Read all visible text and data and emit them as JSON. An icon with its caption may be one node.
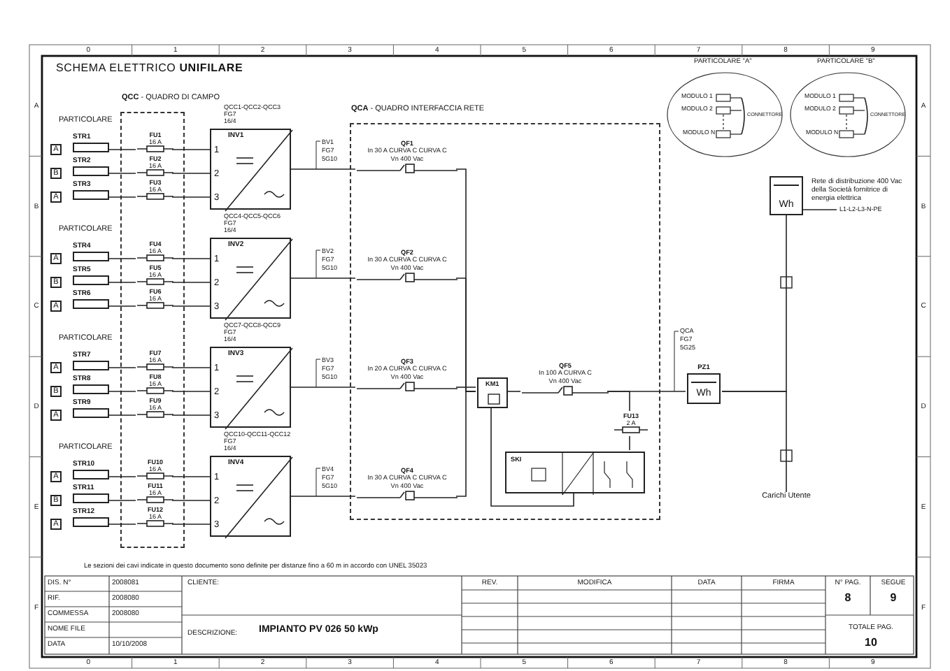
{
  "diagram": {
    "title": "SCHEMA ELETTRICO **UNIFILARE**",
    "nodes": [
      {
        "text": [
          "**QCC** - QUADRO DI CAMPO"
        ]
      },
      {
        "text": [
          "**QCA** - QUADRO INTERFACCIA RETE"
        ]
      },
      {
        "text": [
          "STR1"
        ]
      },
      {
        "text": [
          "STR2"
        ]
      },
      {
        "text": [
          "STR3"
        ]
      },
      {
        "text": [
          "STR4"
        ]
      },
      {
        "text": [
          "STR5"
        ]
      },
      {
        "text": [
          "STR6"
        ]
      },
      {
        "text": [
          "STR7"
        ]
      },
      {
        "text": [
          "STR8"
        ]
      },
      {
        "text": [
          "STR9"
        ]
      },
      {
        "text": [
          "STR10"
        ]
      },
      {
        "text": [
          "STR11"
        ]
      },
      {
        "text": [
          "STR12"
        ]
      },
      {
        "text": [
          "FU1",
          "16 A"
        ],
        "in": 0
      },
      {
        "text": [
          "FU2",
          "16 A"
        ],
        "in": 0
      },
      {
        "text": [
          "FU3",
          "16 A"
        ],
        "in": 0
      },
      {
        "text": [
          "FU4",
          "16 A"
        ],
        "in": 0
      },
      {
        "text": [
          "FU5",
          "16 A"
        ],
        "in": 0
      },
      {
        "text": [
          "FU6",
          "16 A"
        ],
        "in": 0
      },
      {
        "text": [
          "FU7",
          "16 A"
        ],
        "in": 0
      },
      {
        "text": [
          "FU8",
          "16 A"
        ],
        "in": 0
      },
      {
        "text": [
          "FU9",
          "16 A"
        ],
        "in": 0
      },
      {
        "text": [
          "FU10",
          "16 A"
        ],
        "in": 0
      },
      {
        "text": [
          "FU11",
          "16 A"
        ],
        "in": 0
      },
      {
        "text": [
          "FU12",
          "16 A"
        ],
        "in": 0
      },
      {
        "text": [
          "INV1",
          "1",
          "2",
          "3"
        ],
        "beside": [
          "QCC1-QCC2-QCC3",
          "FG7",
          "16/4"
        ]
      },
      {
        "text": [
          "INV2",
          "1",
          "2",
          "3"
        ],
        "beside": [
          "QCC4-QCC5-QCC6",
          "FG7",
          "16/4"
        ]
      },
      {
        "text": [
          "INV3",
          "1",
          "2",
          "3"
        ],
        "beside": [
          "QCC7-QCC8-QCC9",
          "FG7",
          "16/4"
        ]
      },
      {
        "text": [
          "INV4",
          "1",
          "2",
          "3"
        ],
        "beside": [
          "QCC10-QCC11-QCC12",
          "FG7",
          "16/4"
        ]
      },
      {
        "text": [
          "QF1",
          "In 30 A CURVA C CURVA C",
          "Vn 400 Vac"
        ],
        "in": 1
      },
      {
        "text": [
          "QF2",
          "In 30 A CURVA C CURVA C",
          "Vn 400 Vac"
        ],
        "in": 1
      },
      {
        "text": [
          "QF3",
          "In 20 A CURVA C CURVA C",
          "Vn 400 Vac"
        ],
        "in": 1
      },
      {
        "text": [
          "QF4",
          "In 30 A CURVA C CURVA C",
          "Vn 400 Vac"
        ],
        "in": 1
      },
      {
        "text": [
          "KM1"
        ],
        "in": 1
      },
      {
        "text": [
          "QF5",
          "In 100 A CURVA C",
          "Vn 400 Vac"
        ],
        "in": 1
      },
      {
        "text": [
          "FU13",
          "2 A"
        ],
        "in": 1
      },
      {
        "text": [
          "SKI"
        ],
        "in": 1
      },
      {
        "text": [
          "PZ1",
          "Wh"
        ]
      },
      {
        "text": [
          "Wh"
        ],
        "beside": [
          "Rete di distribuzione 400 Vac della Società fornitrice di energia elettrica"
        ]
      },
      {
        "text": [
          "Carichi Utente"
        ]
      },
      {
        "text": [
          "PARTICOLARE \"A\"",
          "MODULO 1",
          "MODULO 2",
          "MODULO N",
          "CONNETTORE"
        ]
      },
      {
        "text": [
          "PARTICOLARE \"B\"",
          "MODULO 1",
          "MODULO 2",
          "MODULO N",
          "CONNETTORE"
        ]
      }
    ],
    "edges": [
      {
        "from": 2,
        "to": 14,
        "arrow": "none"
      },
      {
        "from": 3,
        "to": 15,
        "arrow": "none"
      },
      {
        "from": 4,
        "to": 16,
        "arrow": "none"
      },
      {
        "from": 5,
        "to": 17,
        "arrow": "none"
      },
      {
        "from": 6,
        "to": 18,
        "arrow": "none"
      },
      {
        "from": 7,
        "to": 19,
        "arrow": "none"
      },
      {
        "from": 8,
        "to": 20,
        "arrow": "none"
      },
      {
        "from": 9,
        "to": 21,
        "arrow": "none"
      },
      {
        "from": 10,
        "to": 22,
        "arrow": "none"
      },
      {
        "from": 11,
        "to": 23,
        "arrow": "none"
      },
      {
        "from": 12,
        "to": 24,
        "arrow": "none"
      },
      {
        "from": 13,
        "to": 25,
        "arrow": "none"
      },
      {
        "from": 14,
        "to": 26,
        "arrow": "none"
      },
      {
        "from": 15,
        "to": 26,
        "arrow": "none"
      },
      {
        "from": 16,
        "to": 26,
        "arrow": "none"
      },
      {
        "from": 17,
        "to": 27,
        "arrow": "none"
      },
      {
        "from": 18,
        "to": 27,
        "arrow": "none"
      },
      {
        "from": 19,
        "to": 27,
        "arrow": "none"
      },
      {
        "from": 20,
        "to": 28,
        "arrow": "none"
      },
      {
        "from": 21,
        "to": 28,
        "arrow": "none"
      },
      {
        "from": 22,
        "to": 28,
        "arrow": "none"
      },
      {
        "from": 23,
        "to": 29,
        "arrow": "none"
      },
      {
        "from": 24,
        "to": 29,
        "arrow": "none"
      },
      {
        "from": 25,
        "to": 29,
        "arrow": "none"
      },
      {
        "from": 26,
        "to": 30,
        "arrow": "none"
      },
      {
        "from": 27,
        "to": 31,
        "arrow": "none"
      },
      {
        "from": 28,
        "to": 32,
        "arrow": "none"
      },
      {
        "from": 29,
        "to": 33,
        "arrow": "none"
      },
      {
        "from": 30,
        "to": 34,
        "arrow": "none"
      },
      {
        "from": 31,
        "to": 34,
        "arrow": "none"
      },
      {
        "from": 32,
        "to": 34,
        "arrow": "none"
      },
      {
        "from": 33,
        "to": 34,
        "arrow": "none"
      },
      {
        "from": 34,
        "to": 35,
        "arrow": "none"
      },
      {
        "from": 35,
        "to": 36,
        "arrow": "none"
      },
      {
        "from": 36,
        "to": 37,
        "arrow": "none"
      },
      {
        "from": 34,
        "to": 37,
        "arrow": "none"
      },
      {
        "from": 35,
        "to": 38,
        "arrow": "none"
      },
      {
        "from": 38,
        "to": 39,
        "arrow": "none"
      },
      {
        "from": 38,
        "to": 40,
        "arrow": "none"
      }
    ],
    "labels": [
      "0",
      "1",
      "2",
      "3",
      "4",
      "5",
      "6",
      "7",
      "8",
      "9",
      "A",
      "B",
      "C",
      "D",
      "E",
      "F",
      "A",
      "B",
      "C",
      "D",
      "E",
      "F",
      "PARTICOLARE",
      "PARTICOLARE",
      "PARTICOLARE",
      "PARTICOLARE",
      "A",
      "B",
      "A",
      "A",
      "B",
      "A",
      "A",
      "B",
      "A",
      "A",
      "B",
      "A",
      "BV1",
      "FG7",
      "5G10",
      "BV2",
      "FG7",
      "5G10",
      "BV3",
      "FG7",
      "5G10",
      "BV4",
      "FG7",
      "5G10",
      "QCA",
      "FG7",
      "5G25",
      "L1-L2-L3-N-PE",
      "Le sezioni dei cavi indicate in questo documento sono definite per distanze fino a 60 m in accordo con UNEL 35023",
      "DIS. N°",
      "2008081",
      "RIF.",
      "2008080",
      "COMMESSA",
      "2008080",
      "NOME FILE",
      "DATA",
      "10/10/2008",
      "CLIENTE:",
      "DESCRIZIONE:",
      "IMPIANTO PV 026 50 kWp",
      "REV.",
      "MODIFICA",
      "DATA",
      "FIRMA",
      "N° PAG.",
      "SEGUE",
      "8",
      "9",
      "TOTALE PAG.",
      "10",
      "0",
      "1",
      "2",
      "3",
      "4",
      "5",
      "6",
      "7",
      "8",
      "9"
    ]
  }
}
